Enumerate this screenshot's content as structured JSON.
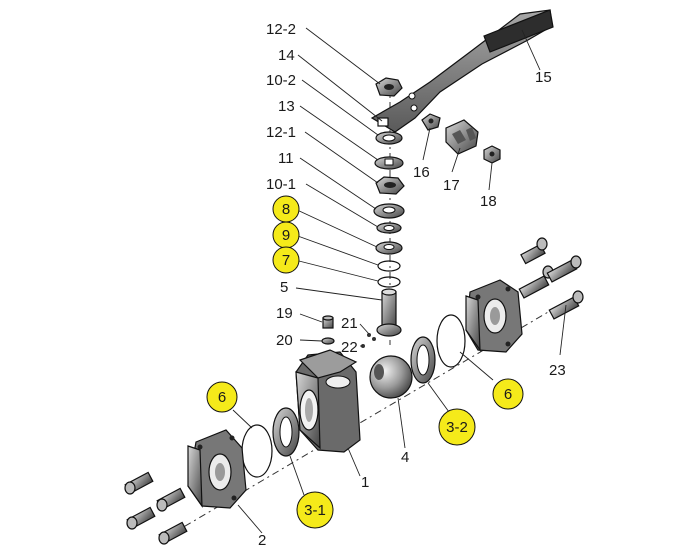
{
  "labels": {
    "l_12_2": "12-2",
    "l_14": "14",
    "l_10_2": "10-2",
    "l_13": "13",
    "l_12_1": "12-1",
    "l_11": "11",
    "l_10_1": "10-1",
    "l_8": "8",
    "l_9": "9",
    "l_7": "7",
    "l_5": "5",
    "l_19": "19",
    "l_20": "20",
    "l_21": "21",
    "l_22": "22",
    "l_15": "15",
    "l_16": "16",
    "l_17": "17",
    "l_18": "18",
    "l_23": "23",
    "l_6_left": "6",
    "l_6_right": "6",
    "l_3_1": "3-1",
    "l_3_2": "3-2",
    "l_1": "1",
    "l_2": "2",
    "l_4": "4"
  },
  "colors": {
    "highlight": "#f5ea1a",
    "metal_dark": "#4a4a4a",
    "metal_mid": "#8a8a8a",
    "metal_light": "#c8c8c8"
  }
}
